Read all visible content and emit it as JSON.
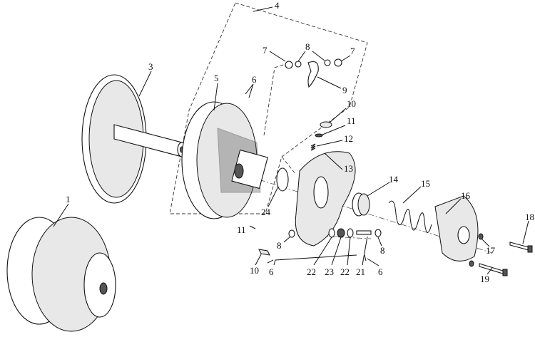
{
  "diagram": {
    "title": "Exploded view - drive clutch assembly",
    "callouts": [
      "4",
      "7",
      "8",
      "7",
      "3",
      "6",
      "5",
      "9",
      "10",
      "11",
      "12",
      "13",
      "14",
      "15",
      "16",
      "1",
      "24",
      "18",
      "11",
      "8",
      "8",
      "17",
      "10",
      "6",
      "22",
      "23",
      "22",
      "21",
      "6",
      "19"
    ]
  }
}
